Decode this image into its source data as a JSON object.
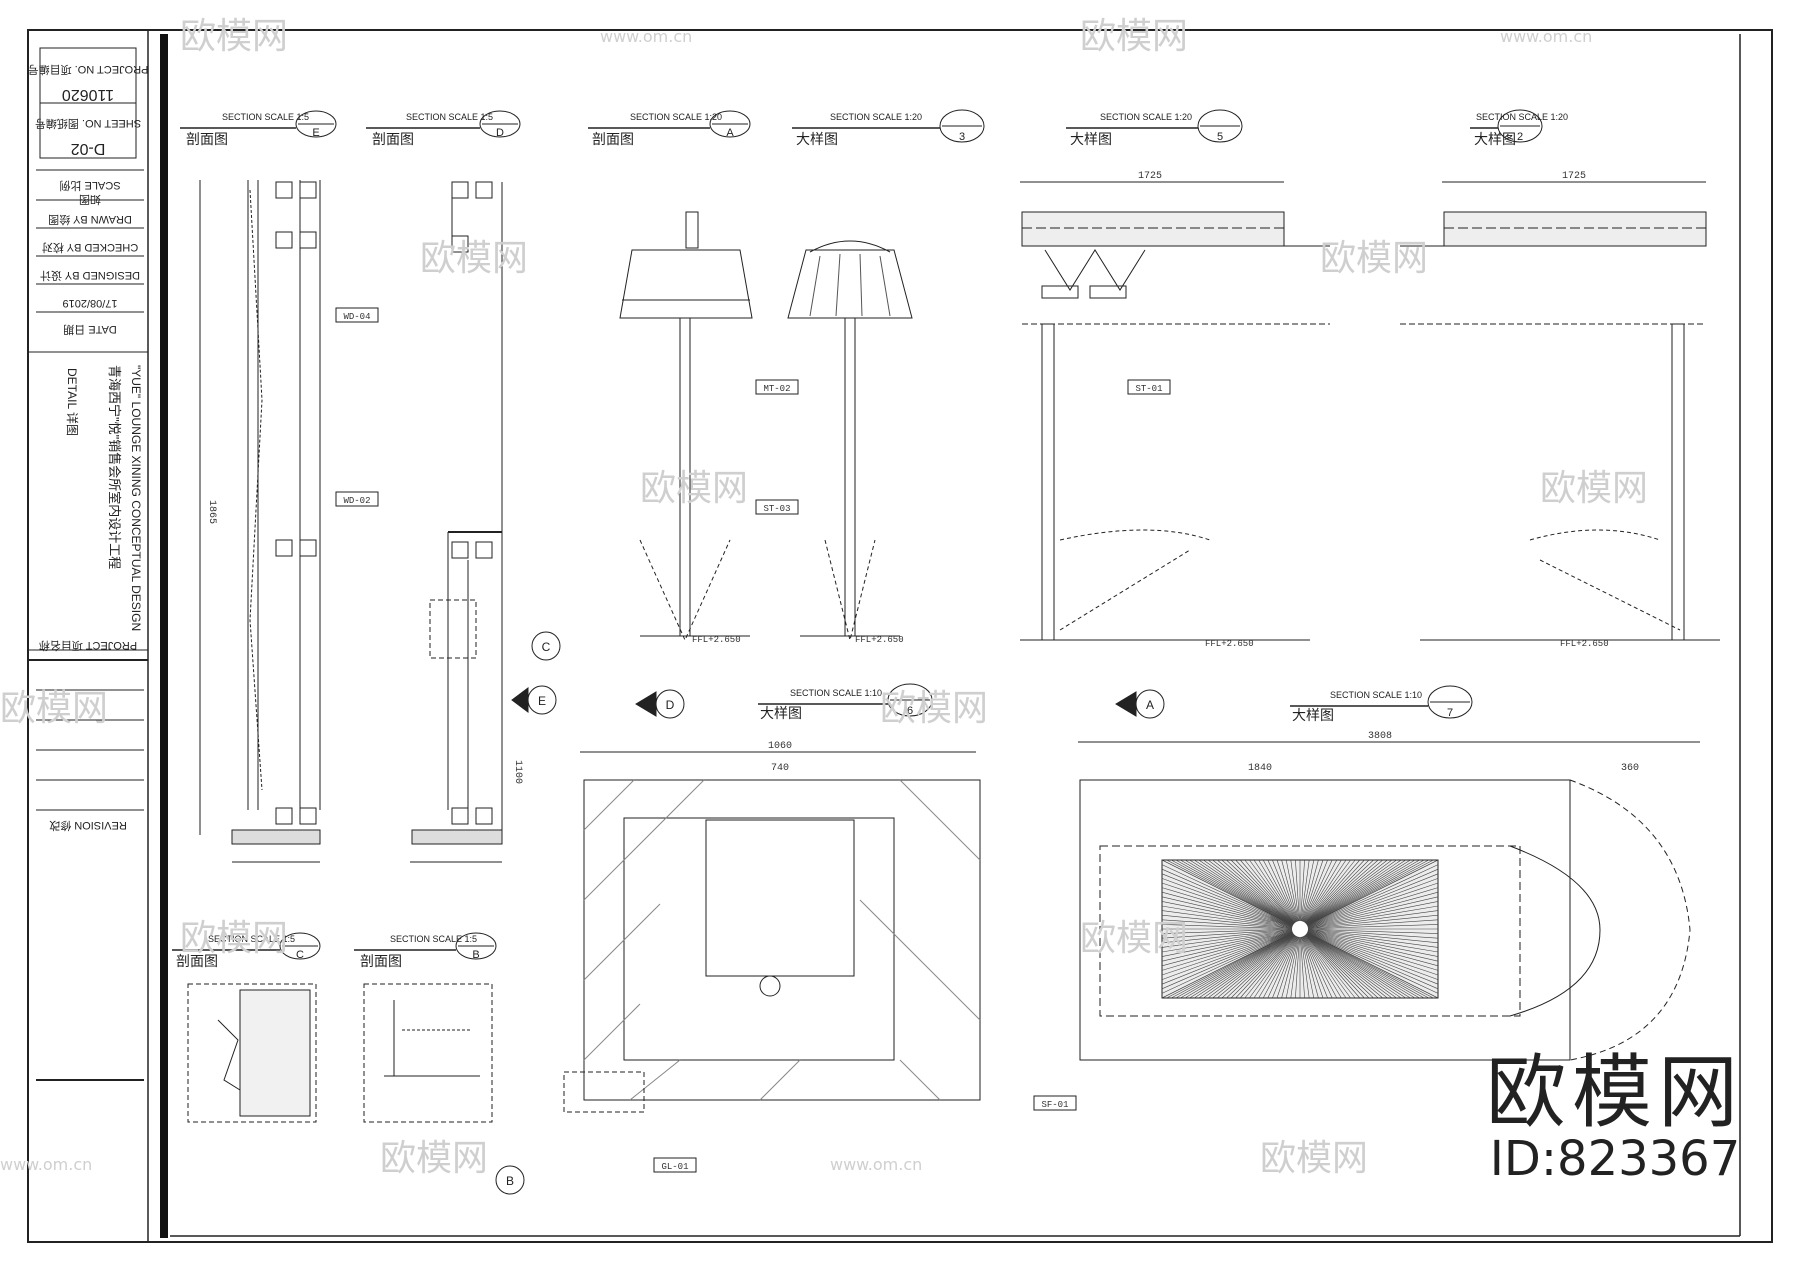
{
  "title_block": {
    "project_no_label": "PROJECT NO. 项目编号",
    "project_no": "110620",
    "sheet_no_label": "SHEET NO. 图纸编号",
    "sheet_no": "D-02",
    "scale_label": "SCALE 比例",
    "scale_value": "如图",
    "drawn_by": "DRAWN BY 绘图",
    "checked_by": "CHECKED BY 校对",
    "designed_by": "DESIGNED BY 设计",
    "date_label": "DATE 日期",
    "date_value": "17/08/2019",
    "project_label": "PROJECT 项目名称",
    "project_name_en": "\"YUE\" LOUNGE XINING CONCEPTUAL DESIGN",
    "project_name_cn": "青海西宁\"悦\"销售会所室内设计工程",
    "drawing_title": "DETAIL 详图",
    "revision_label": "REVISION 修改"
  },
  "views": {
    "E": {
      "tag": "E",
      "title": "剖面图",
      "sub": "SECTION SCALE 1:5"
    },
    "D": {
      "tag": "D",
      "title": "剖面图",
      "sub": "SECTION SCALE 1:5"
    },
    "A": {
      "tag": "A",
      "title": "剖面图",
      "sub": "SECTION SCALE 1:20"
    },
    "d3": {
      "tag": "3",
      "title": "大样图",
      "sub": "SECTION SCALE 1:20"
    },
    "d5": {
      "tag": "5",
      "title": "大样图",
      "sub": "SECTION SCALE 1:20"
    },
    "d2": {
      "tag": "2",
      "title": "大样图",
      "sub": "SECTION SCALE 1:20"
    },
    "d6": {
      "tag": "6",
      "title": "大样图",
      "sub": "SECTION SCALE 1:10"
    },
    "d7": {
      "tag": "7",
      "title": "大样图",
      "sub": "SECTION SCALE 1:10"
    },
    "C": {
      "tag": "C",
      "title": "剖面图",
      "sub": "SECTION SCALE 1:5"
    },
    "B": {
      "tag": "B",
      "title": "剖面图",
      "sub": "SECTION SCALE 1:5"
    }
  },
  "dimensions": {
    "d3_width": "1725",
    "d2_width": "1725",
    "d5_total": "1060",
    "d5_middle": "740",
    "d7_total": "3808",
    "d7_left": "1840",
    "d7_right": "360",
    "e_height": "1865",
    "d_height": "1100"
  },
  "material_tags": [
    "WD-04",
    "WD-02",
    "MT-02",
    "ST-03",
    "ST-01",
    "GL-01",
    "SF-01"
  ],
  "level_tags": [
    "FFL+2.650",
    "FFL+2.650",
    "FFL+2.650",
    "FFL+2.650"
  ],
  "watermark": {
    "brand": "欧模网",
    "url": "www.om.cn"
  },
  "brand_mark": {
    "name": "欧模网",
    "id": "ID:823367"
  }
}
